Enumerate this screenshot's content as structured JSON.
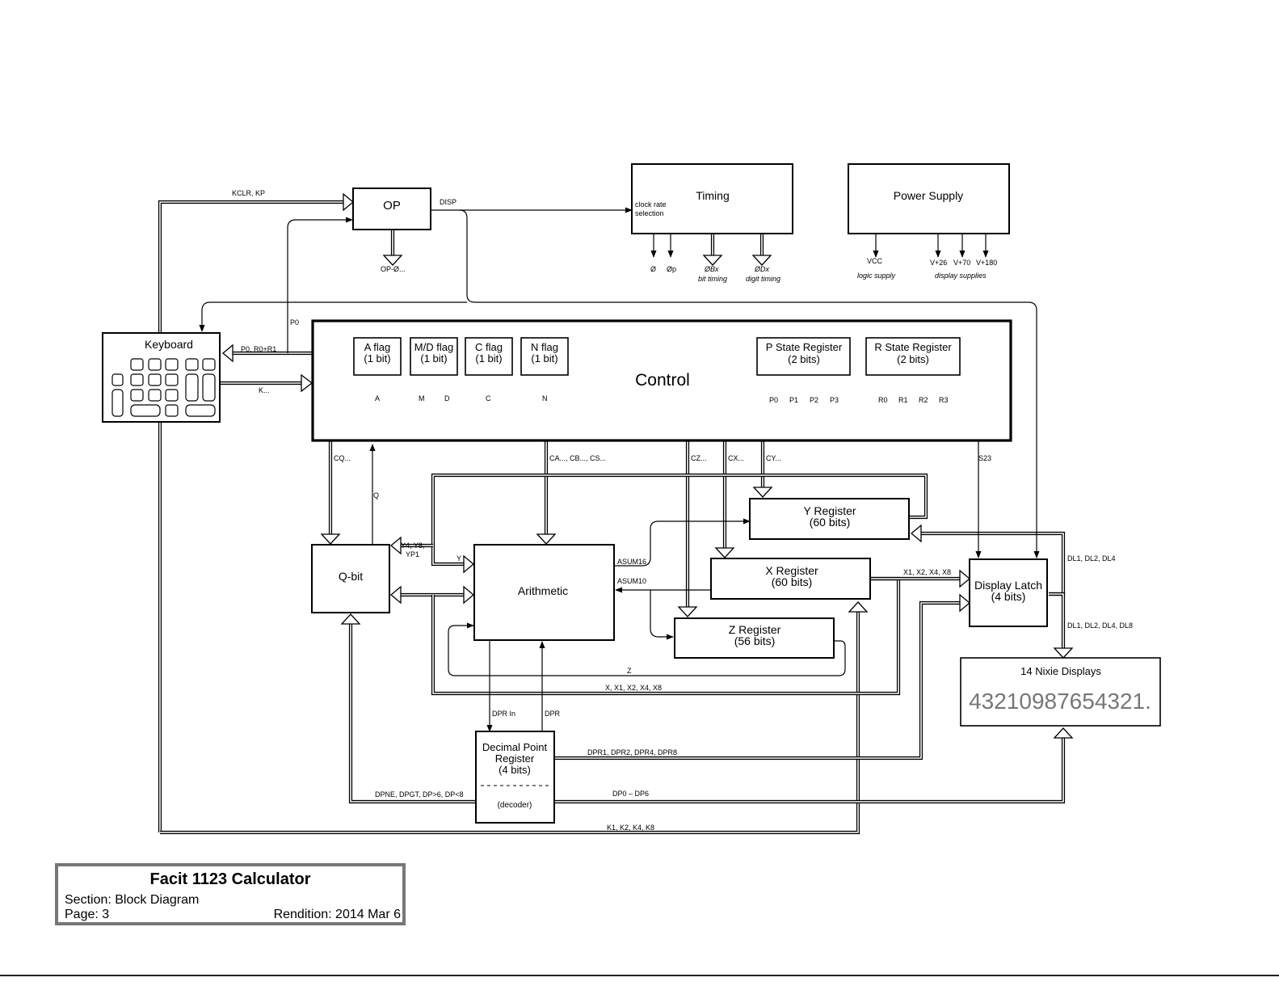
{
  "blocks": {
    "op": "OP",
    "timing": "Timing",
    "timing_sub": [
      "clock rate",
      "selection"
    ],
    "power": "Power  Supply",
    "keyboard": "Keyboard",
    "control": "Control",
    "flags": [
      {
        "name": "A flag",
        "bits": "(1 bit)"
      },
      {
        "name": "M/D flag",
        "bits": "(1 bit)"
      },
      {
        "name": "C flag",
        "bits": "(1 bit)"
      },
      {
        "name": "N flag",
        "bits": "(1 bit)"
      }
    ],
    "p_state": {
      "name": "P State Register",
      "bits": "(2 bits)"
    },
    "r_state": {
      "name": "R State Register",
      "bits": "(2 bits)"
    },
    "qbit": "Q-bit",
    "arithmetic": "Arithmetic",
    "y_reg": {
      "name": "Y Register",
      "bits": "(60 bits)"
    },
    "x_reg": {
      "name": "X Register",
      "bits": "(60 bits)"
    },
    "z_reg": {
      "name": "Z Register",
      "bits": "(56 bits)"
    },
    "display_latch": {
      "name": "Display Latch",
      "bits": "(4 bits)"
    },
    "nixie": {
      "name": "14 Nixie Displays",
      "digits": "43210987654321."
    },
    "dp_reg": {
      "l1": "Decimal Point",
      "l2": "Register",
      "l3": "(4 bits)",
      "decoder": "(decoder)"
    }
  },
  "signals": {
    "kclr_kp": "KCLR, KP",
    "disp": "DISP",
    "op_out": "OP-Ø...",
    "p0_up": "P0",
    "p0_r0r1": "P0, R0+R1",
    "k": "K...",
    "timing_outs": [
      "Ø",
      "Øp",
      "ØBx",
      "ØDx"
    ],
    "bit_timing": "bit timing",
    "digit_timing": "digit timing",
    "vcc": "VCC",
    "logic_supply": "logic supply",
    "display_supplies": "display supplies",
    "v_outs": [
      "V+26",
      "V+70",
      "V+180"
    ],
    "flag_outs": [
      "A",
      "M",
      "D",
      "C",
      "N"
    ],
    "p_outs": [
      "P0",
      "P1",
      "P2",
      "P3"
    ],
    "r_outs": [
      "R0",
      "R1",
      "R2",
      "R3"
    ],
    "cq": "CQ...",
    "q": "Q",
    "ca": "CA..., CB..., CS...",
    "cz": "CZ...",
    "cx": "CX...",
    "cy": "CY...",
    "s23": "S23",
    "y4y8": "Y4, Y8,",
    "yp1": "YP1",
    "y": "Y",
    "asum16": "ASUM16",
    "asum10": "ASUM10",
    "x1248_dl": "X1, X2, X4, X8",
    "dl1": "DL1, DL2, DL4",
    "dl2": "DL1, DL2, DL4, DL8",
    "z": "Z",
    "x_bus": "X, X1, X2, X4, X8",
    "dpr_in": "DPR In",
    "dpr": "DPR",
    "dpr1248": "DPR1, DPR2, DPR4, DPR8",
    "dpne": "DPNE, DPGT, DP>6, DP<8",
    "dp0_6": "DP0 – DP6",
    "k1248": "K1, K2, K4, K8"
  },
  "title_block": {
    "title": "Facit 1123 Calculator",
    "section": "Section: Block Diagram",
    "page": "Page: 3",
    "rendition": "Rendition: 2014 Mar 6"
  }
}
